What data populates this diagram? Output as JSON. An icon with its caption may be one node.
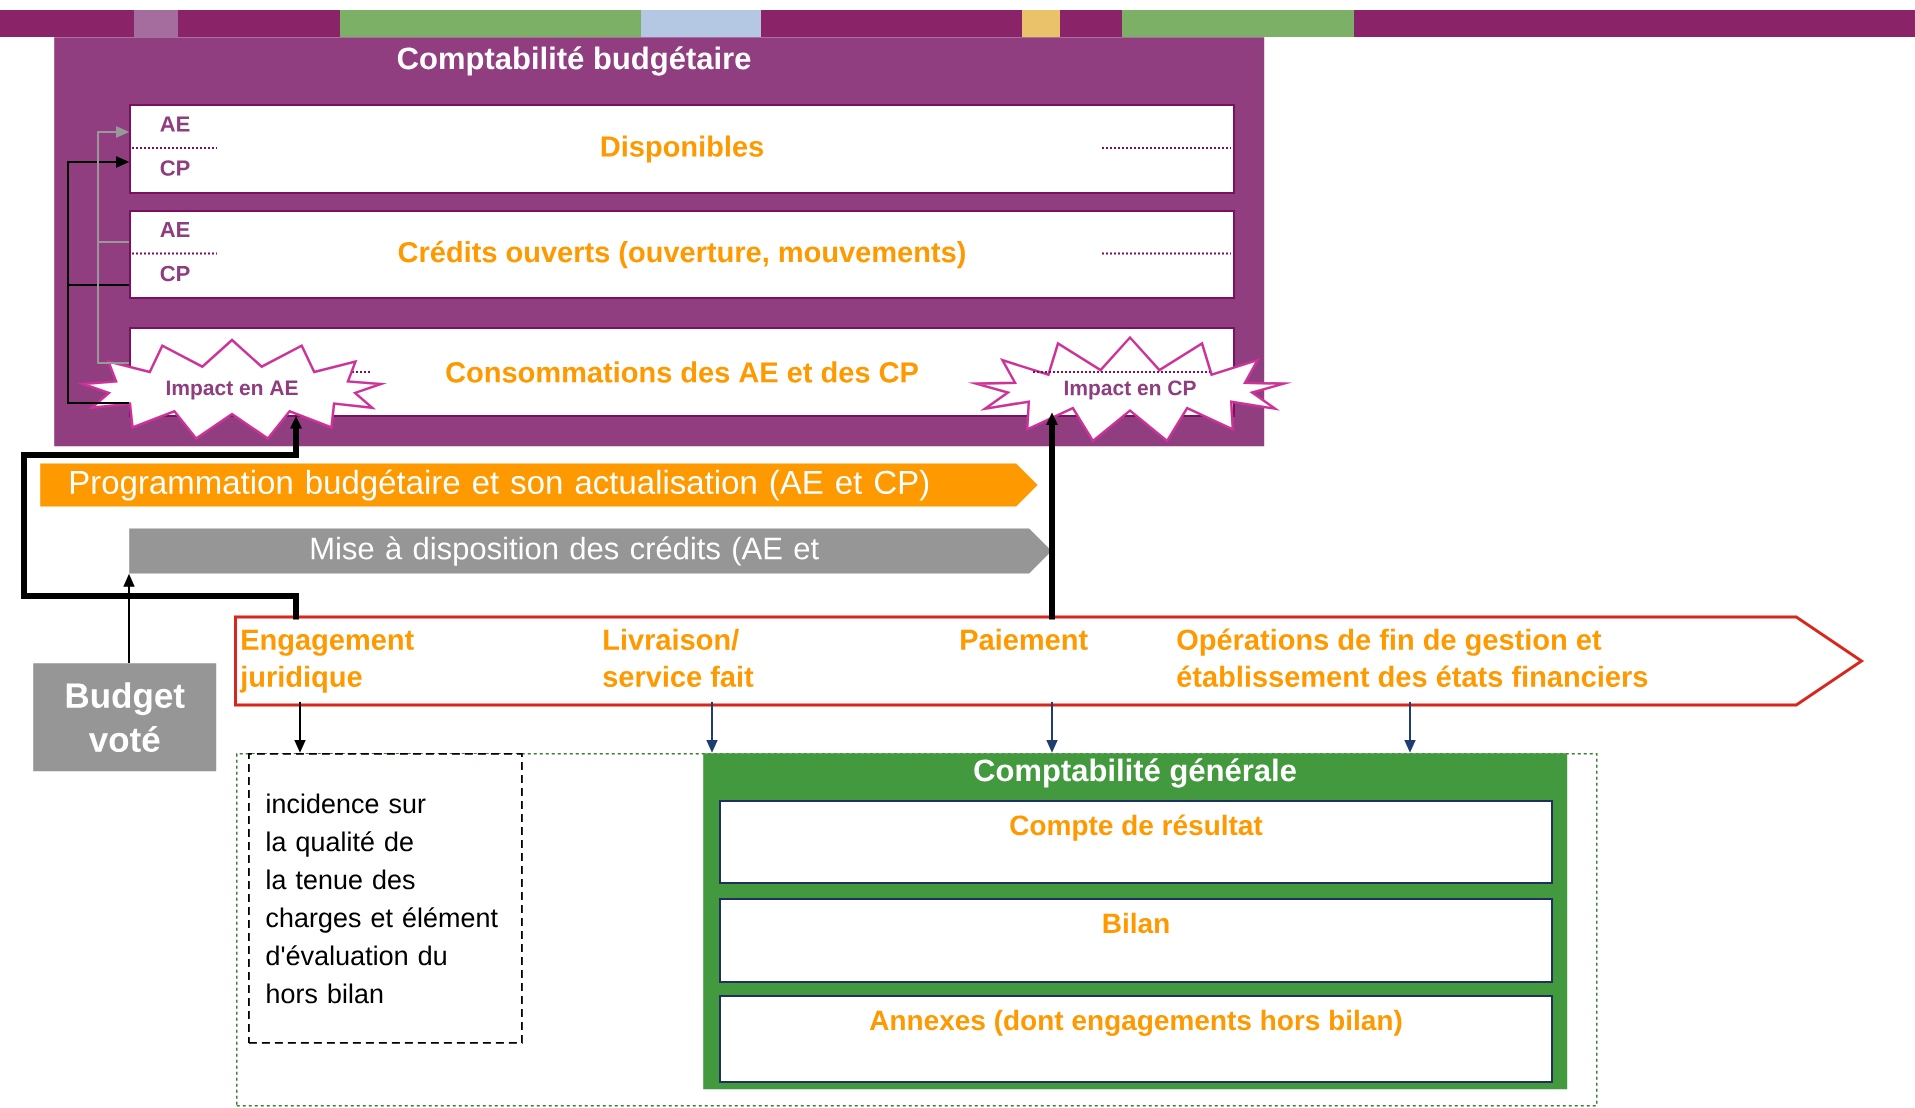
{
  "diagram": {
    "nodes": [
      {
        "text": [
          "Comptabilité budgétaire"
        ]
      },
      {
        "text": [
          "AE",
          "CP",
          "Disponibles"
        ],
        "in": 0
      },
      {
        "text": [
          "AE",
          "CP",
          "Crédits ouverts (ouverture, mouvements)"
        ],
        "in": 0
      },
      {
        "text": [
          "Consommations des AE et des CP"
        ],
        "in": 0
      },
      {
        "text": [
          "Impact en AE"
        ],
        "in": 0
      },
      {
        "text": [
          "Impact en CP"
        ]
      },
      {
        "text": [
          "Programmation budgétaire et son actualisation (AE et CP)"
        ]
      },
      {
        "text": [
          "Mise à disposition des crédits (AE et"
        ]
      },
      {
        "text": [],
        "shape": "chevron"
      },
      {
        "text": [
          "Engagement juridique"
        ],
        "in": 8
      },
      {
        "text": [
          "Livraison/ service fait"
        ],
        "in": 8
      },
      {
        "text": [
          "Paiement"
        ],
        "in": 8
      },
      {
        "text": [
          "Opérations de fin de gestion et établissement des états financiers"
        ],
        "in": 8
      },
      {
        "text": [
          "Budget voté"
        ]
      },
      {
        "text": [],
        "shape": "box"
      },
      {
        "text": [
          "incidence sur la qualité de la tenue des charges et élément d'évaluation du hors bilan"
        ],
        "in": 14
      },
      {
        "text": [
          "Comptabilité générale"
        ],
        "in": 14
      },
      {
        "text": [
          "Compte de résultat"
        ],
        "in": 16
      },
      {
        "text": [
          "Bilan"
        ],
        "in": 16
      },
      {
        "text": [
          "Annexes (dont engagements hors bilan)"
        ],
        "in": 16
      }
    ],
    "edges": [
      {
        "from": 9,
        "to": 4,
        "arrow": "to",
        "style": "thick"
      },
      {
        "from": 11,
        "to": 5,
        "arrow": "to",
        "style": "thick"
      },
      {
        "from": 13,
        "to": 7,
        "arrow": "to"
      },
      {
        "from": 3,
        "to": 1,
        "arrow": "to"
      },
      {
        "from": 2,
        "to": 1,
        "arrow": "to"
      },
      {
        "from": 3,
        "to": 1,
        "arrow": "to",
        "color": "#999999"
      },
      {
        "from": 2,
        "to": 1,
        "arrow": "to",
        "color": "#999999"
      },
      {
        "from": 9,
        "to": 15,
        "arrow": "to"
      },
      {
        "from": 10,
        "to": 16,
        "arrow": "to",
        "color": "#1f3d6e"
      },
      {
        "from": 11,
        "to": 16,
        "arrow": "to",
        "color": "#1f3d6e"
      },
      {
        "from": 12,
        "to": 16,
        "arrow": "to",
        "color": "#1f3d6e"
      }
    ]
  }
}
